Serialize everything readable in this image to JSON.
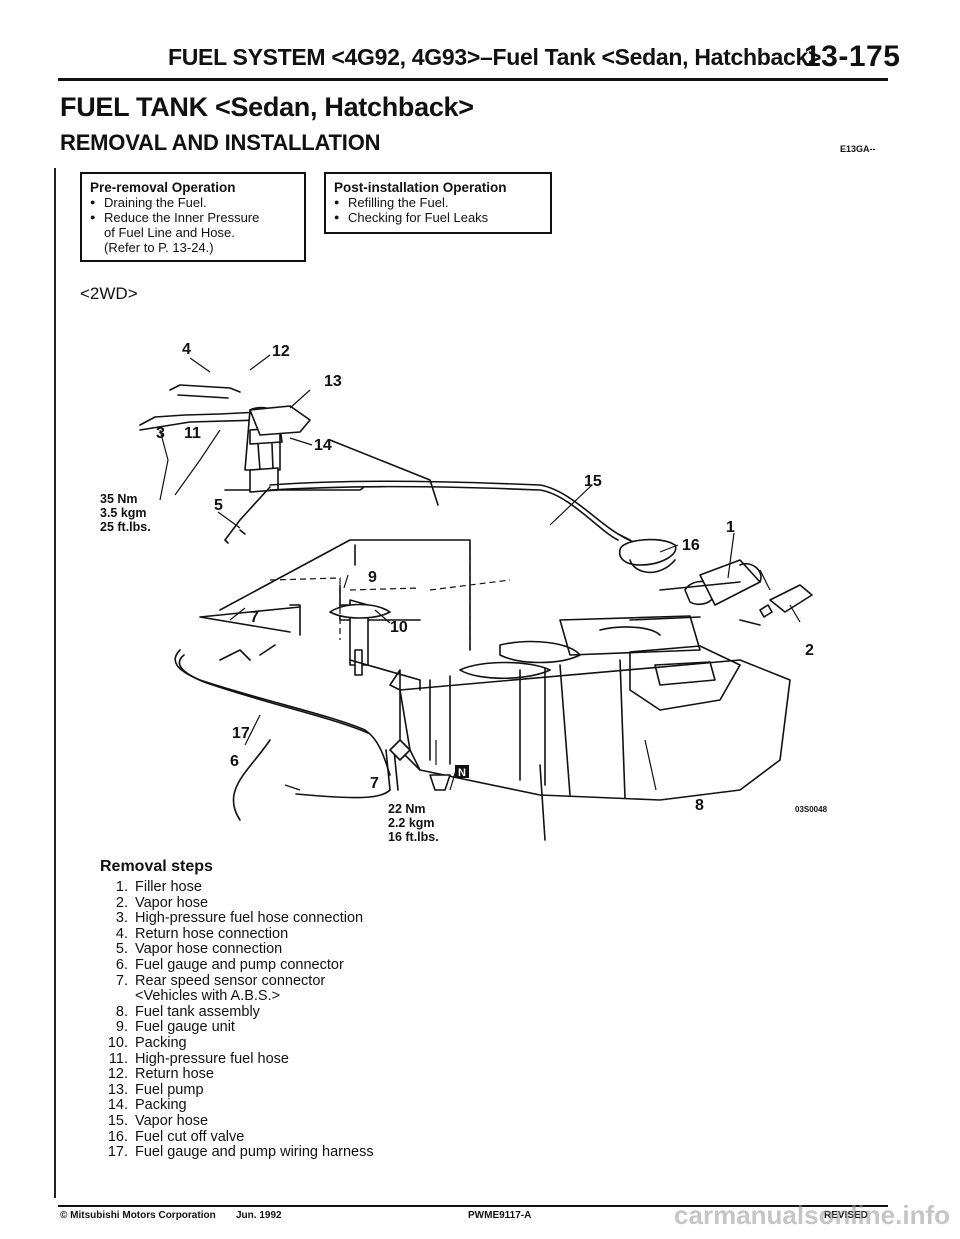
{
  "header": {
    "section_title": "FUEL SYSTEM <4G92, 4G93>–Fuel Tank <Sedan, Hatchback>",
    "page_number": "13-175"
  },
  "main_title": "FUEL TANK <Sedan, Hatchback>",
  "subtitle": "REMOVAL AND INSTALLATION",
  "section_code": "E13GA--",
  "pre_removal": {
    "title": "Pre-removal Operation",
    "items": [
      "Draining the Fuel.",
      "Reduce the Inner Pressure"
    ],
    "note_lines": [
      "of Fuel Line and Hose.",
      "(Refer to P. 13-24.)"
    ]
  },
  "post_installation": {
    "title": "Post-installation Operation",
    "items": [
      "Refilling the Fuel.",
      "Checking for Fuel Leaks"
    ]
  },
  "variant": "<2WD>",
  "diagram": {
    "callouts": [
      "1",
      "2",
      "3",
      "4",
      "5",
      "6",
      "7",
      "8",
      "9",
      "10",
      "11",
      "12",
      "13",
      "14",
      "15",
      "16",
      "17",
      "7"
    ],
    "torque_1": [
      "35 Nm",
      "3.5 kgm",
      "25 ft.lbs."
    ],
    "torque_2": [
      "22 Nm",
      "2.2 kgm",
      "16 ft.lbs."
    ],
    "new_part_mark": "N",
    "figure_code": "03S0048"
  },
  "removal_steps": {
    "title": "Removal steps",
    "steps": [
      {
        "num": "1.",
        "text": "Filler hose"
      },
      {
        "num": "2.",
        "text": "Vapor hose"
      },
      {
        "num": "3.",
        "text": "High-pressure fuel hose connection"
      },
      {
        "num": "4.",
        "text": "Return hose connection"
      },
      {
        "num": "5.",
        "text": "Vapor hose connection"
      },
      {
        "num": "6.",
        "text": "Fuel gauge and pump connector"
      },
      {
        "num": "7.",
        "text": "Rear speed sensor connector"
      },
      {
        "num": "",
        "text": "<Vehicles with A.B.S.>"
      },
      {
        "num": "8.",
        "text": "Fuel tank assembly"
      },
      {
        "num": "9.",
        "text": "Fuel gauge unit"
      },
      {
        "num": "10.",
        "text": "Packing"
      },
      {
        "num": "11.",
        "text": "High-pressure fuel hose"
      },
      {
        "num": "12.",
        "text": "Return hose"
      },
      {
        "num": "13.",
        "text": "Fuel pump"
      },
      {
        "num": "14.",
        "text": "Packing"
      },
      {
        "num": "15.",
        "text": "Vapor hose"
      },
      {
        "num": "16.",
        "text": "Fuel cut off valve"
      },
      {
        "num": "17.",
        "text": "Fuel gauge and pump wiring harness"
      }
    ]
  },
  "footer": {
    "copyright": "© Mitsubishi Motors Corporation",
    "date": "Jun. 1992",
    "doc_code": "PWME9117-A",
    "status": "REVISED"
  },
  "watermark": "carmanualsonline.info"
}
